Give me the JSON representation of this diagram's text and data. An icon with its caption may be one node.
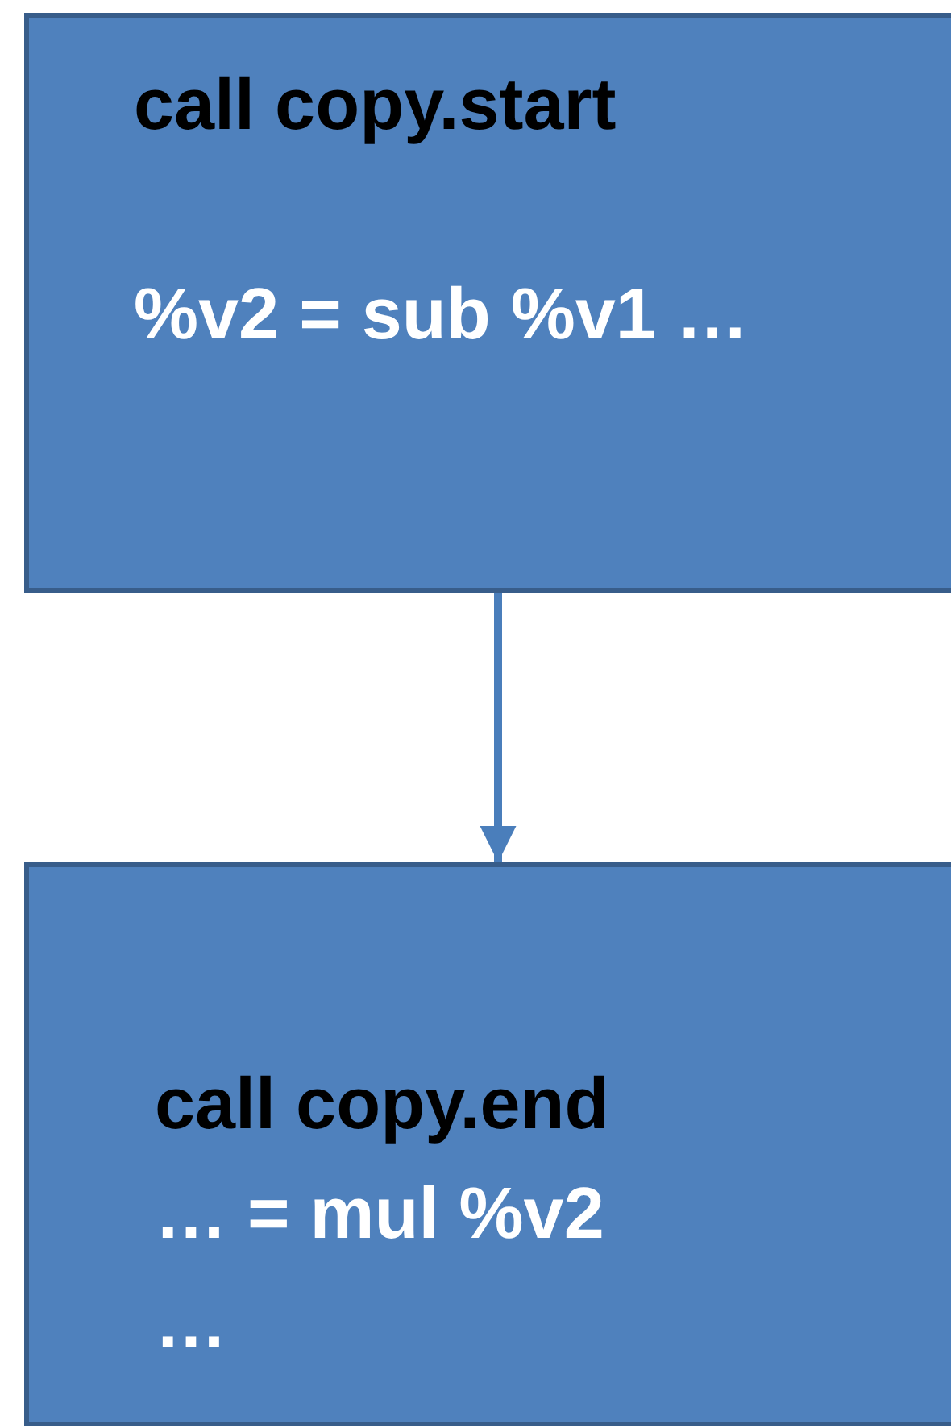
{
  "diagram": {
    "nodes": [
      {
        "text": [
          "call copy.start",
          "%v2 = sub %v1 …"
        ]
      },
      {
        "text": [
          "call copy.end",
          "… = mul %v2",
          "…"
        ]
      }
    ],
    "edges": [
      {
        "from": 0,
        "to": 1,
        "arrow": "to"
      }
    ]
  }
}
